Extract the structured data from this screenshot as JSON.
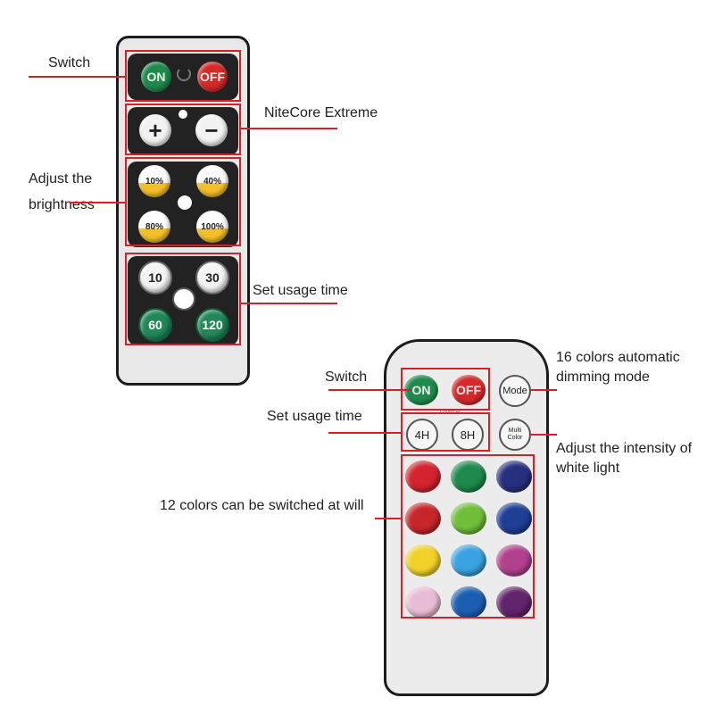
{
  "labels": {
    "switch_left": "Switch",
    "nitecore": "NiteCore Extreme",
    "adjust_brightness": "Adjust the brightness",
    "set_usage_time_left": "Set usage time",
    "switch_right": "Switch",
    "set_usage_time_right": "Set usage time",
    "colors_12": "12 colors can be switched at will",
    "colors_16": "16 colors automatic dimming mode",
    "white_intensity": "Adjust the intensity of white light"
  },
  "remote1": {
    "on": "ON",
    "off": "OFF",
    "plus": "+",
    "minus": "−",
    "pct": [
      "10%",
      "40%",
      "80%",
      "100%"
    ],
    "timers": [
      "10",
      "30",
      "60",
      "120"
    ]
  },
  "remote2": {
    "on": "ON",
    "off": "OFF",
    "timer_text": "TIMER",
    "mode": "Mode",
    "h4": "4H",
    "h8": "8H",
    "multi": "Multi Color",
    "colors": [
      "#d3242f",
      "#1f8a4c",
      "#27307e",
      "#c7262b",
      "#6fbf3a",
      "#1f3f95",
      "#f1d12a",
      "#3aa2e0",
      "#b1408e",
      "#e9bcd6",
      "#1c5fb2",
      "#62246c"
    ]
  },
  "colors": {
    "accent_red": "#d61f26"
  }
}
